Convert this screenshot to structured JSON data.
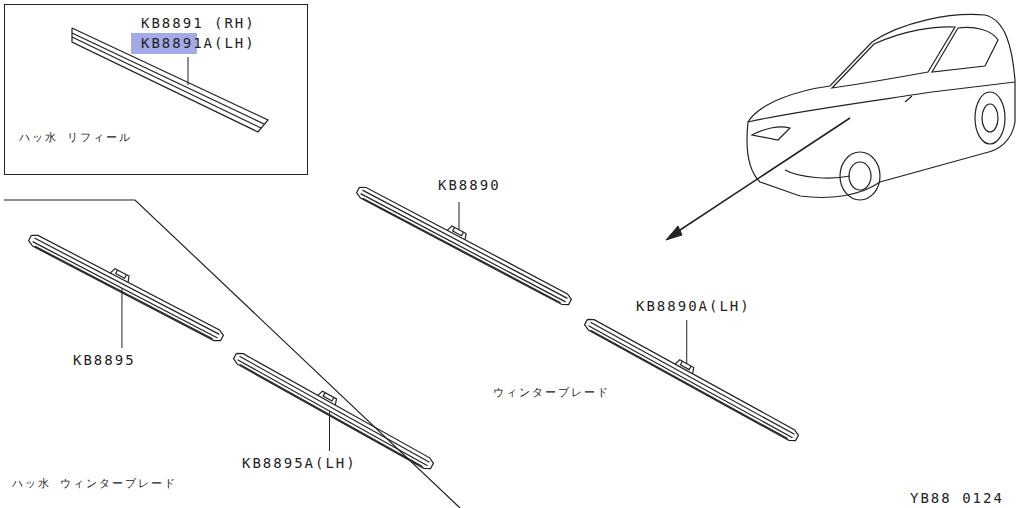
{
  "diagram": {
    "nodes": [
      {
        "text": [
          "KB8891 (RH)",
          "KB8891A(LH)",
          "ハッ水 リフィール"
        ]
      }
    ],
    "labels": [
      "KB8890",
      "KB8890A(LH)",
      "ウィンターブレード",
      "KB8895",
      "KB8895A(LH)",
      "ハッ水 ウィンターブレード",
      "YB88 0124"
    ]
  }
}
